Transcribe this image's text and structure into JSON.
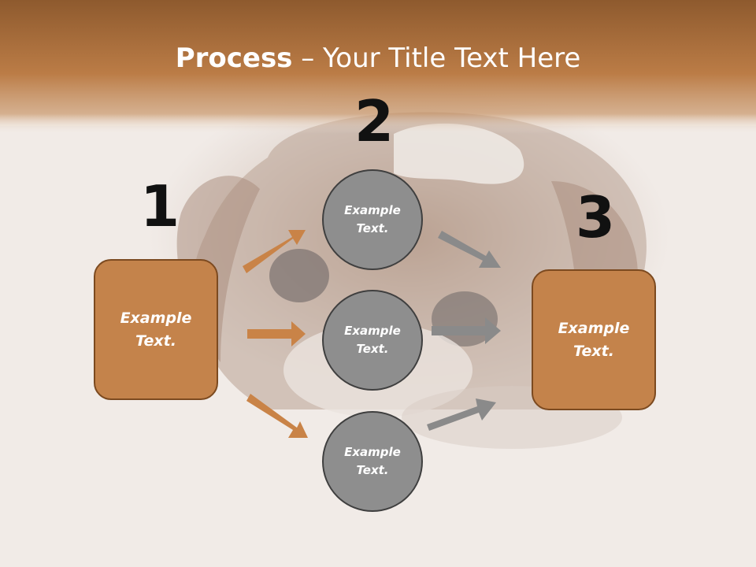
{
  "title": {
    "bold": "Process",
    "rest": " – Your Title Text Here"
  },
  "steps": {
    "n1": "1",
    "n2": "2",
    "n3": "3"
  },
  "nodes": {
    "left_box": "Example\nText.",
    "right_box": "Example\nText.",
    "circle_top": "Example\nText.",
    "circle_middle": "Example\nText.",
    "circle_bottom": "Example\nText."
  },
  "colors": {
    "header_band": "#b97a45",
    "box_fill": "#c4834b",
    "box_border": "#7c4a20",
    "circle_fill": "#8e8e8e",
    "orange_arrow": "#c98347",
    "gray_arrow": "#8a8a8a"
  },
  "background": {
    "subject": "puppy-photo"
  }
}
